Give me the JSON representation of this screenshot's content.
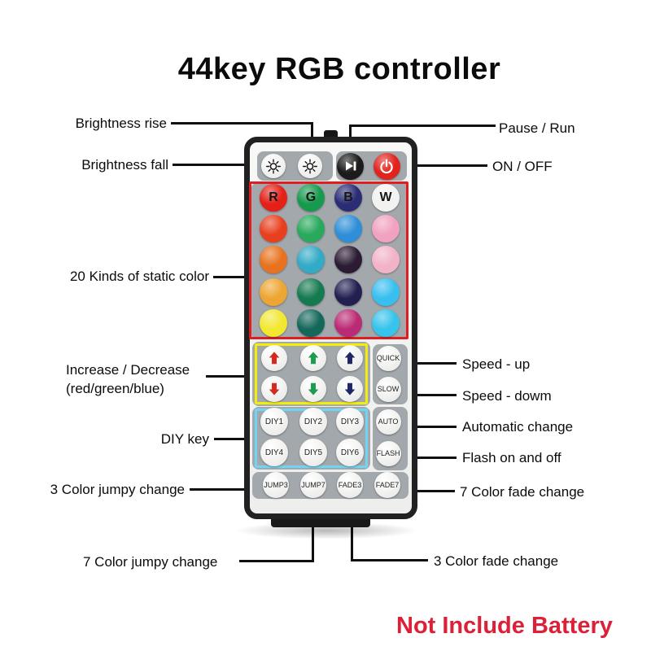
{
  "title": "44key RGB controller",
  "footer_note": "Not Include Battery",
  "labels": {
    "brightness_rise": "Brightness rise",
    "brightness_fall": "Brightness fall",
    "pause_run": "Pause / Run",
    "on_off": "ON / OFF",
    "static_colors": "20 Kinds of static color",
    "increase_decrease_line1": "Increase / Decrease",
    "increase_decrease_line2": "(red/green/blue)",
    "diy_key": "DIY key",
    "jumpy3": "3 Color jumpy change",
    "jumpy7": "7 Color jumpy change",
    "speed_up": "Speed - up",
    "speed_down": "Speed - dowm",
    "auto_change": "Automatic change",
    "flash_on_off": "Flash on and off",
    "fade7": "7 Color fade change",
    "fade3": "3 Color fade change"
  },
  "remote": {
    "top_buttons": [
      {
        "name": "brightness-fall-button",
        "icon": "sun-icon",
        "bg": "white"
      },
      {
        "name": "brightness-rise-button",
        "icon": "sun-icon",
        "bg": "white"
      },
      {
        "name": "pause-run-button",
        "icon": "play-pause-icon",
        "bg": "#1b1b1b"
      },
      {
        "name": "power-button",
        "icon": "power-icon",
        "bg": "#e2231d"
      }
    ],
    "color_grid": [
      {
        "label": "R",
        "color": "#e32119"
      },
      {
        "label": "G",
        "color": "#179a4e"
      },
      {
        "label": "B",
        "color": "#2a2d74"
      },
      {
        "label": "W",
        "color": "#f2f2f1"
      },
      {
        "color": "#e8401f"
      },
      {
        "color": "#28a95c"
      },
      {
        "color": "#2e8fd8"
      },
      {
        "color": "#f0a2c0"
      },
      {
        "color": "#e8721f"
      },
      {
        "color": "#33aac6"
      },
      {
        "color": "#2b1c33"
      },
      {
        "color": "#f2b3c9"
      },
      {
        "color": "#eda631"
      },
      {
        "color": "#157a50"
      },
      {
        "color": "#232051"
      },
      {
        "color": "#38bff0"
      },
      {
        "color": "#f2e832"
      },
      {
        "color": "#14685a"
      },
      {
        "color": "#bb2a74"
      },
      {
        "color": "#36c3ec"
      }
    ],
    "arrow_buttons": [
      {
        "dir": "up",
        "color": "#d32b1e"
      },
      {
        "dir": "up",
        "color": "#1d9b50"
      },
      {
        "dir": "up",
        "color": "#1f2566"
      },
      {
        "dir": "down",
        "color": "#d32b1e"
      },
      {
        "dir": "down",
        "color": "#1d9b50"
      },
      {
        "dir": "down",
        "color": "#1f2566"
      }
    ],
    "speed_buttons": [
      "QUICK",
      "SLOW"
    ],
    "diy_buttons": [
      "DIY1",
      "DIY2",
      "DIY3",
      "DIY4",
      "DIY5",
      "DIY6"
    ],
    "mode_buttons": [
      "AUTO",
      "FLASH"
    ],
    "bottom_buttons": [
      "JUMP3",
      "JUMP7",
      "FADE3",
      "FADE7"
    ]
  },
  "colors": {
    "outline_red": "#e01e22",
    "outline_yellow": "#f2ee0a",
    "outline_cyan": "#70d4f4",
    "panel_gray": "#a3a8ad",
    "note_red": "#dc2038"
  }
}
